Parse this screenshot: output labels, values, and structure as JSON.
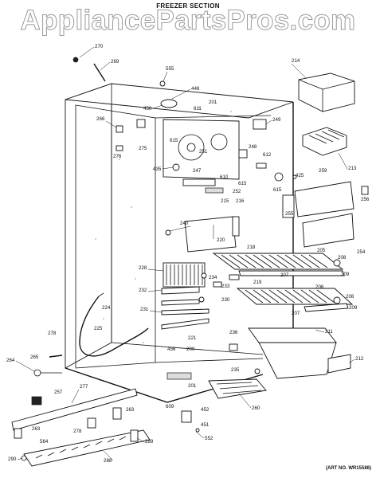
{
  "watermark": "AppliancePartsPros.com",
  "title": "FREEZER SECTION",
  "art_number": "(ART NO. WR15588)",
  "part_numbers": [
    "270",
    "269",
    "555",
    "448",
    "450",
    "611",
    "201",
    "268",
    "275",
    "276",
    "615",
    "251",
    "249",
    "214",
    "248",
    "612",
    "435",
    "247",
    "610",
    "615",
    "252",
    "425",
    "259",
    "256",
    "213",
    "615",
    "215",
    "216",
    "240",
    "255",
    "254",
    "220",
    "218",
    "205",
    "208",
    "228",
    "234",
    "207",
    "209",
    "219",
    "233",
    "232",
    "230",
    "206",
    "208",
    "231",
    "207",
    "209",
    "224",
    "225",
    "211",
    "278",
    "236",
    "212",
    "265",
    "264",
    "200",
    "456",
    "221",
    "235",
    "201",
    "277",
    "257",
    "260",
    "609",
    "452",
    "263",
    "451",
    "552",
    "278",
    "263",
    "564",
    "289",
    "288",
    "290"
  ]
}
